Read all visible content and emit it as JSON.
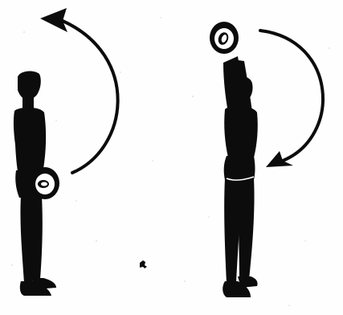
{
  "colors": {
    "background": "#fefefe",
    "ink": "#0c0c0c",
    "paper_speckle": "#9a9a9a"
  },
  "figures": [
    {
      "pose": "standing-dumbbell-lowered",
      "icon": "figure-front-raise-start"
    },
    {
      "pose": "standing-dumbbell-overhead",
      "icon": "figure-front-raise-end"
    }
  ],
  "arrows": [
    {
      "direction": "raise",
      "icon": "curved-arrow-up-icon"
    },
    {
      "direction": "lower",
      "icon": "curved-arrow-down-icon"
    }
  ]
}
